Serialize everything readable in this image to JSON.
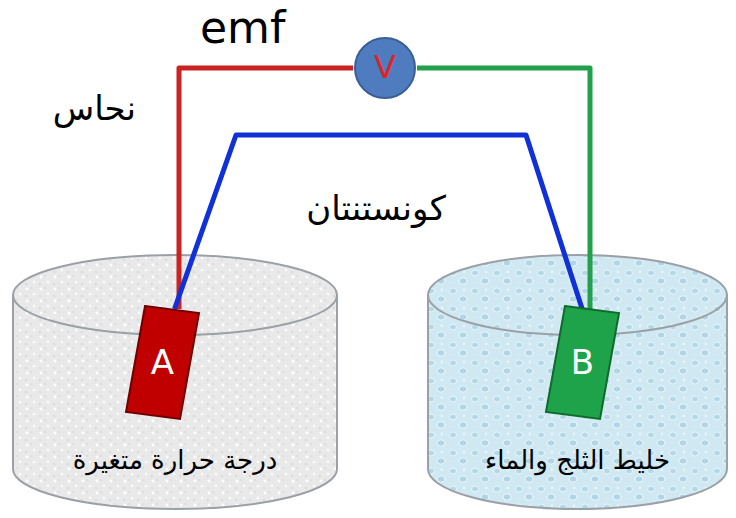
{
  "diagram": {
    "nodes": [
      {
        "text": [
          "درجة حرارة متغيرة"
        ]
      },
      {
        "text": [
          "A"
        ],
        "in": 0
      },
      {
        "text": [
          "خليط الثلج والماء"
        ]
      },
      {
        "text": [
          "B"
        ],
        "in": 2
      },
      {
        "text": [
          "V"
        ]
      }
    ],
    "edges": [
      {
        "from": 1,
        "to": 4,
        "arrow": "none"
      },
      {
        "from": 4,
        "to": 3,
        "arrow": "none"
      },
      {
        "from": 1,
        "to": 3,
        "arrow": "none"
      }
    ],
    "labels": [
      "emf",
      "نحاس",
      "كونستنتان"
    ]
  }
}
